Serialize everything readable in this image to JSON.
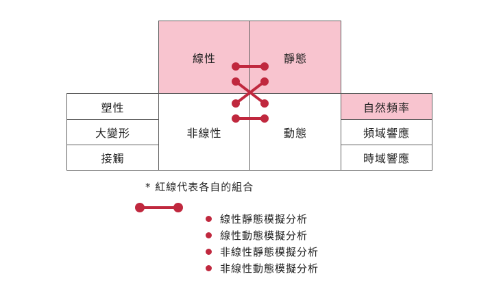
{
  "colors": {
    "accent_red": "#c0283e",
    "highlight_pink": "#f8c4cf",
    "border_gray": "#5c5c5c"
  },
  "top_row": {
    "linear": "線性",
    "static": "靜態"
  },
  "middle_row": {
    "nonlinear": "非線性",
    "dynamic": "動態"
  },
  "left_column": [
    "塑性",
    "大變形",
    "接觸"
  ],
  "right_column": [
    "自然頻率",
    "頻域響應",
    "時域響應"
  ],
  "note": "* 紅線代表各自的組合",
  "combinations": [
    "線性靜態模擬分析",
    "線性動態模擬分析",
    "非線性靜態模擬分析",
    "非線性動態模擬分析"
  ]
}
